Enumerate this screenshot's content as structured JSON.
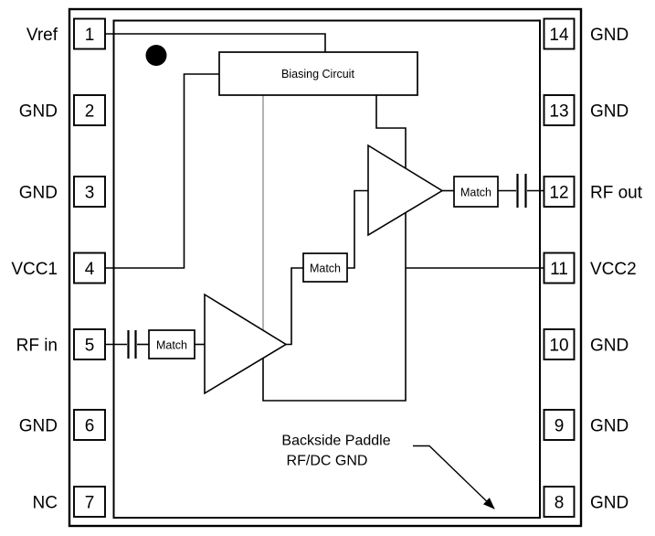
{
  "pins_left": [
    {
      "number": "1",
      "label": "Vref"
    },
    {
      "number": "2",
      "label": "GND"
    },
    {
      "number": "3",
      "label": "GND"
    },
    {
      "number": "4",
      "label": "VCC1"
    },
    {
      "number": "5",
      "label": "RF in"
    },
    {
      "number": "6",
      "label": "GND"
    },
    {
      "number": "7",
      "label": "NC"
    }
  ],
  "pins_right": [
    {
      "number": "14",
      "label": "GND"
    },
    {
      "number": "13",
      "label": "GND"
    },
    {
      "number": "12",
      "label": "RF out"
    },
    {
      "number": "11",
      "label": "VCC2"
    },
    {
      "number": "10",
      "label": "GND"
    },
    {
      "number": "9",
      "label": "GND"
    },
    {
      "number": "8",
      "label": "GND"
    }
  ],
  "blocks": {
    "biasing": "Biasing Circuit",
    "input_match": "Match",
    "interstage_match": "Match",
    "output_match": "Match"
  },
  "paddle_note": {
    "line1": "Backside Paddle",
    "line2": "RF/DC GND"
  },
  "colors": {
    "line": "#000000",
    "bias_feed_gray": "#b3b3b3",
    "background": "#ffffff",
    "text": "#000000"
  }
}
